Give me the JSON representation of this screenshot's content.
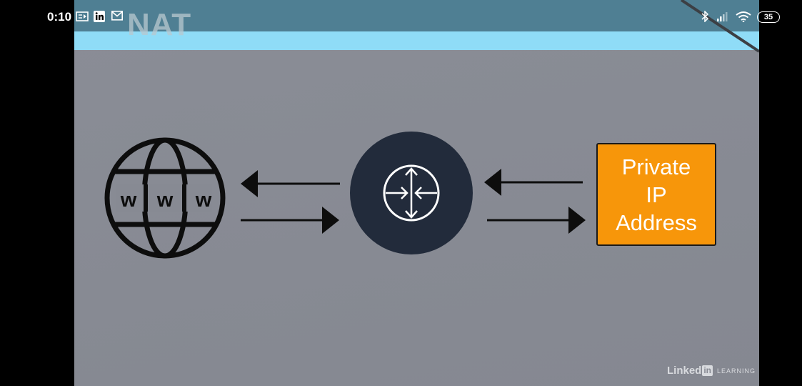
{
  "statusbar": {
    "time": "0:10",
    "battery": "35",
    "left_icons": [
      "screen-cast-icon",
      "linkedin-icon",
      "gmail-icon"
    ],
    "right_icons": [
      "bluetooth-icon",
      "signal-icon",
      "wifi-icon",
      "battery-icon"
    ]
  },
  "slide": {
    "title": "NAT",
    "private_box": {
      "line1": "Private",
      "line2": "IP",
      "line3": "Address"
    },
    "colors": {
      "header": "#4f7f93",
      "band": "#8fdcf7",
      "background": "#878a93",
      "router": "#222b3b",
      "private_box": "#f7960a"
    },
    "icons": [
      "www-globe-icon",
      "router-icon"
    ]
  },
  "watermark": {
    "brand_text": "Linked",
    "brand_box": "in",
    "suffix": "LEARNING"
  }
}
